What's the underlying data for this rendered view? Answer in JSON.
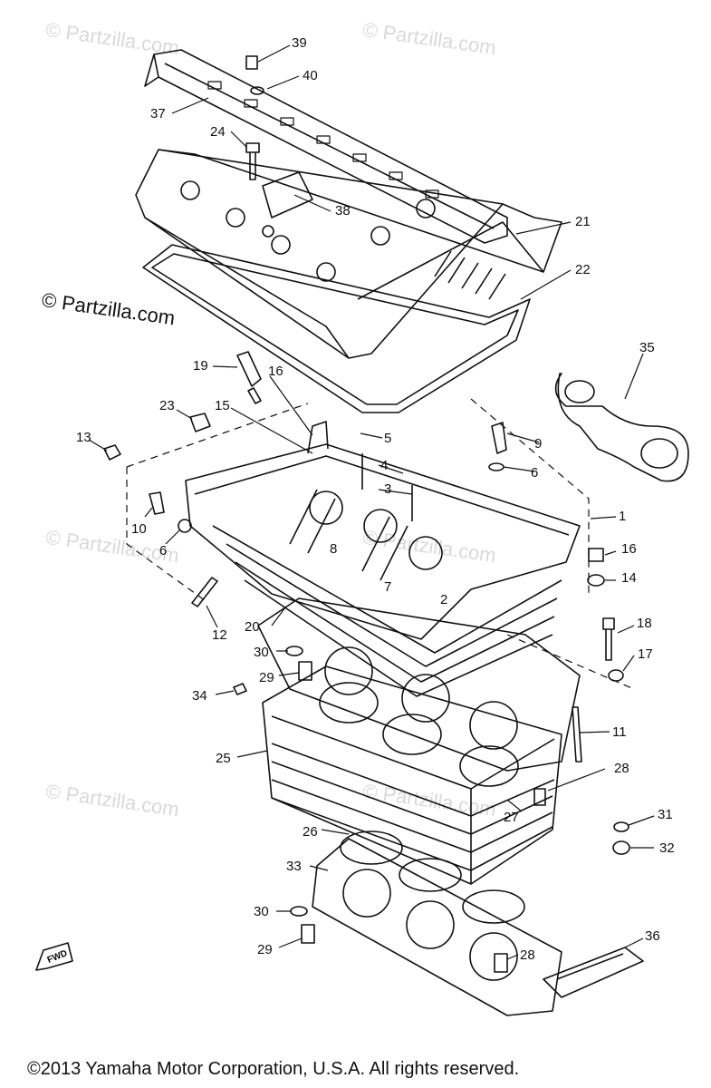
{
  "watermark_text": "© Partzilla.com",
  "brand_watermark": "© Partzilla.com",
  "copyright": "©2013 Yamaha Motor Corporation, U.S.A. All rights reserved.",
  "fwd_label": "FWD",
  "callouts": {
    "c39": "39",
    "c40": "40",
    "c37": "37",
    "c24": "24",
    "c38": "38",
    "c21": "21",
    "c22": "22",
    "c19": "19",
    "c16a": "16",
    "c15": "15",
    "c23": "23",
    "c13": "13",
    "c5": "5",
    "c4": "4",
    "c3": "3",
    "c9": "9",
    "c6a": "6",
    "c35": "35",
    "c1": "1",
    "c10": "10",
    "c6b": "6",
    "c8": "8",
    "c7": "7",
    "c2": "2",
    "c16b": "16",
    "c14": "14",
    "c12": "12",
    "c20": "20",
    "c18": "18",
    "c30a": "30",
    "c29a": "29",
    "c17": "17",
    "c34": "34",
    "c11": "11",
    "c25": "25",
    "c28a": "28",
    "c27": "27",
    "c31": "31",
    "c26": "26",
    "c32": "32",
    "c33": "33",
    "c36": "36",
    "c30b": "30",
    "c29b": "29",
    "c28b": "28"
  }
}
